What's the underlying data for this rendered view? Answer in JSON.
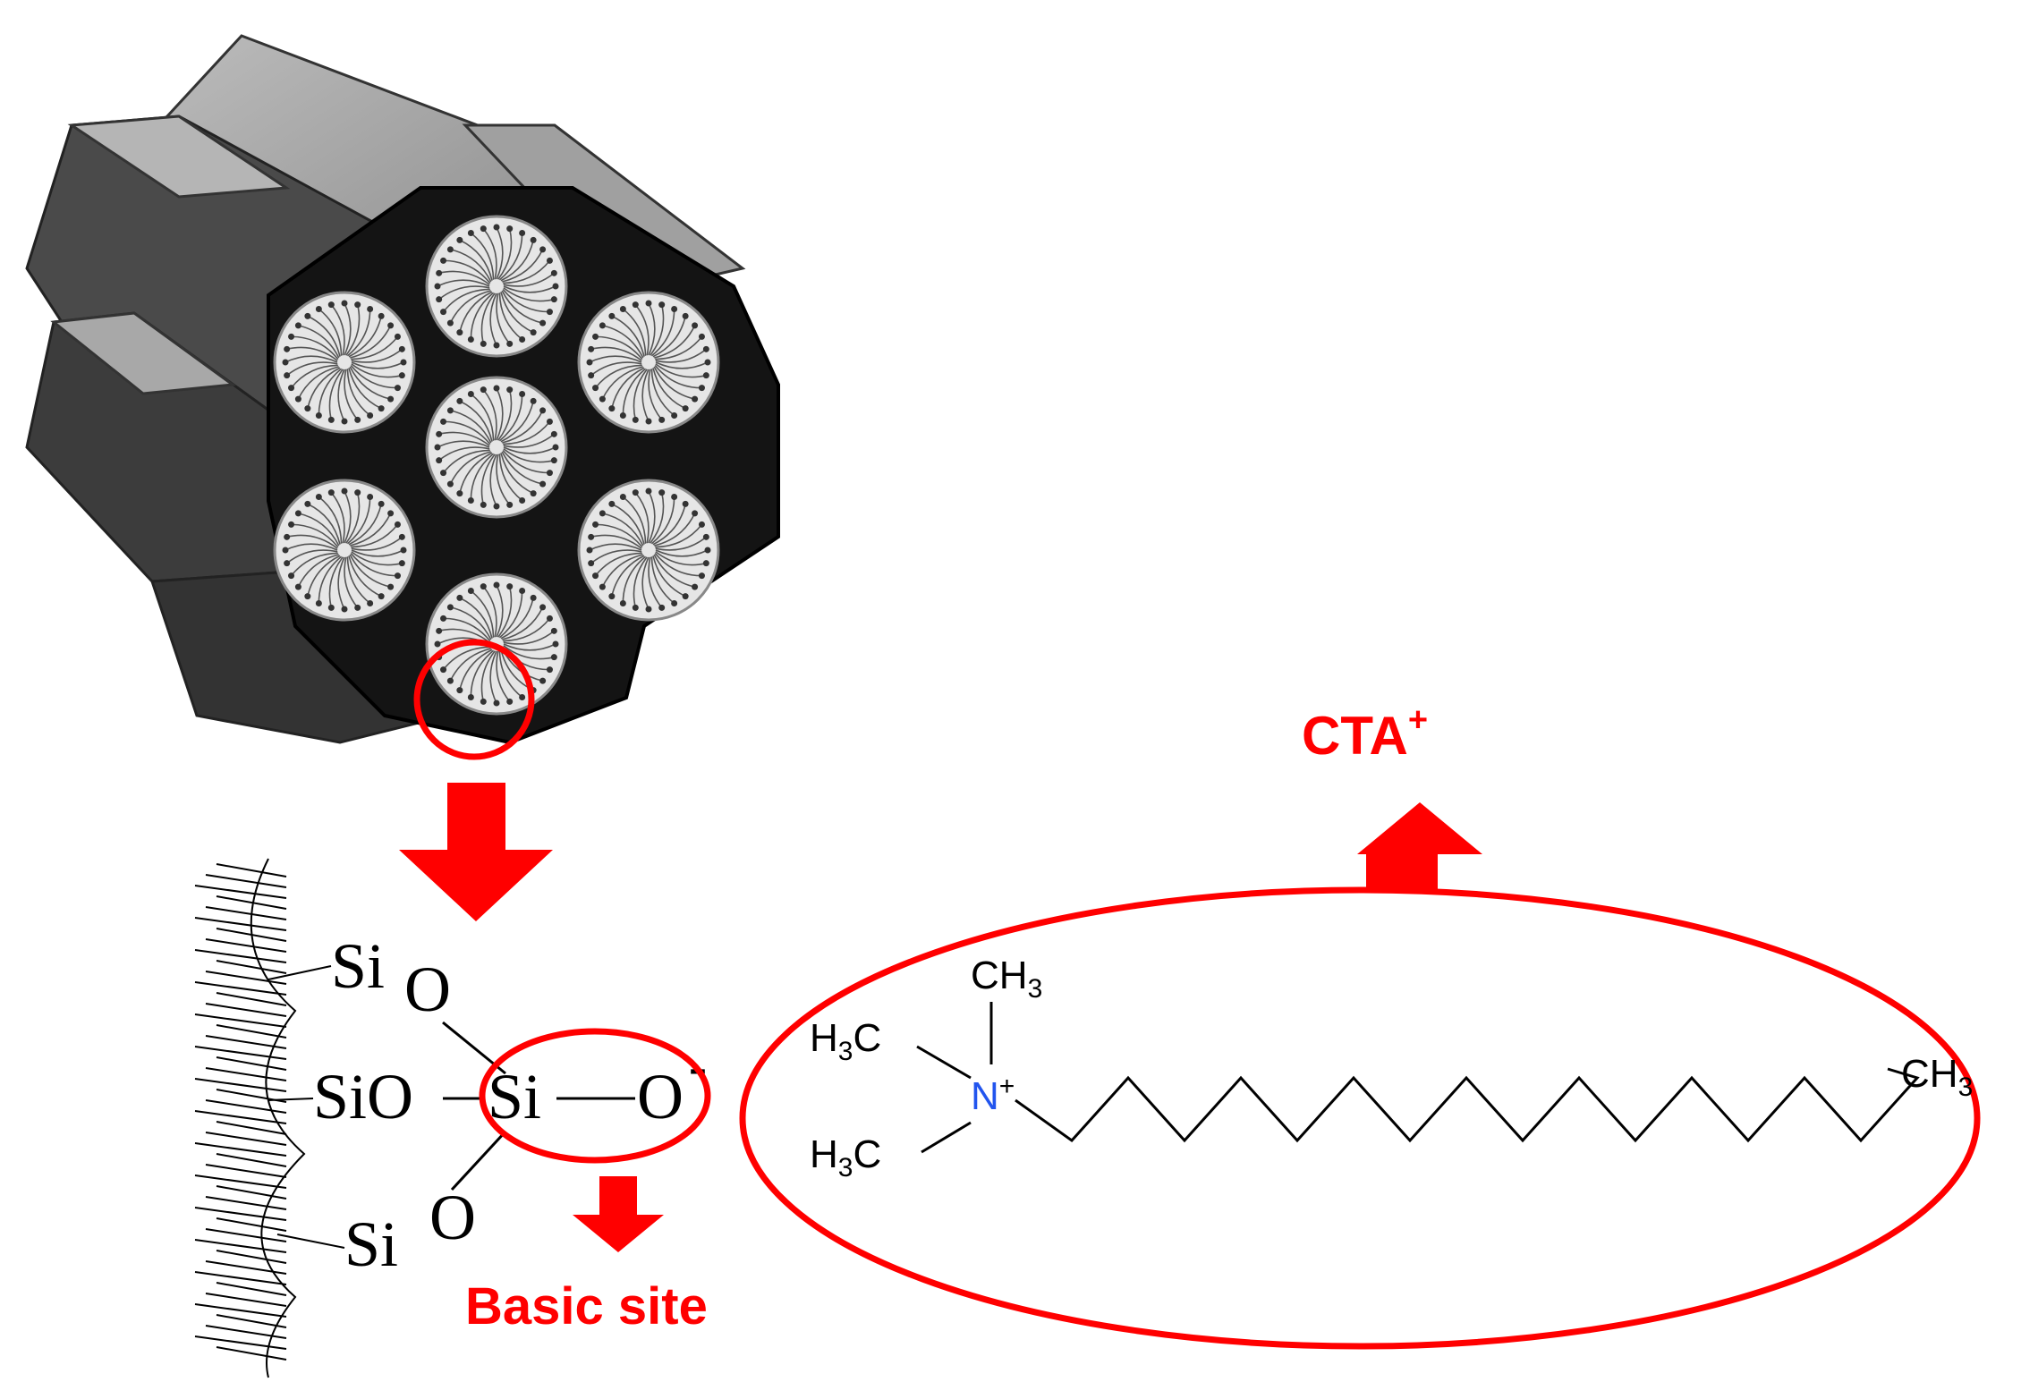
{
  "labels": {
    "cta": "CTA",
    "cta_charge": "+",
    "basic_site": "Basic site"
  },
  "structure": {
    "si_top": "Si",
    "o_top": "O",
    "si_mid_o": "SiO",
    "si_center": "Si",
    "o_minus": "O",
    "minus": "-",
    "si_bottom": "Si",
    "o_bottom": "O"
  },
  "molecule": {
    "ch3_top": "CH",
    "ch3_top_sub": "3",
    "h3c_upper": "H",
    "h3c_upper_sub": "3",
    "h3c_upper_c": "C",
    "h3c_lower": "H",
    "h3c_lower_sub": "3",
    "h3c_lower_c": "C",
    "nitrogen": "N",
    "nitrogen_charge": "+",
    "ch3_end": "CH",
    "ch3_end_sub": "3"
  },
  "colors": {
    "accent_red": "#ff0000",
    "nitrogen_blue": "#2255ee",
    "hex_dark": "#1a1a1a",
    "hex_side": "#555555",
    "hex_top": "#9a9a9a"
  }
}
